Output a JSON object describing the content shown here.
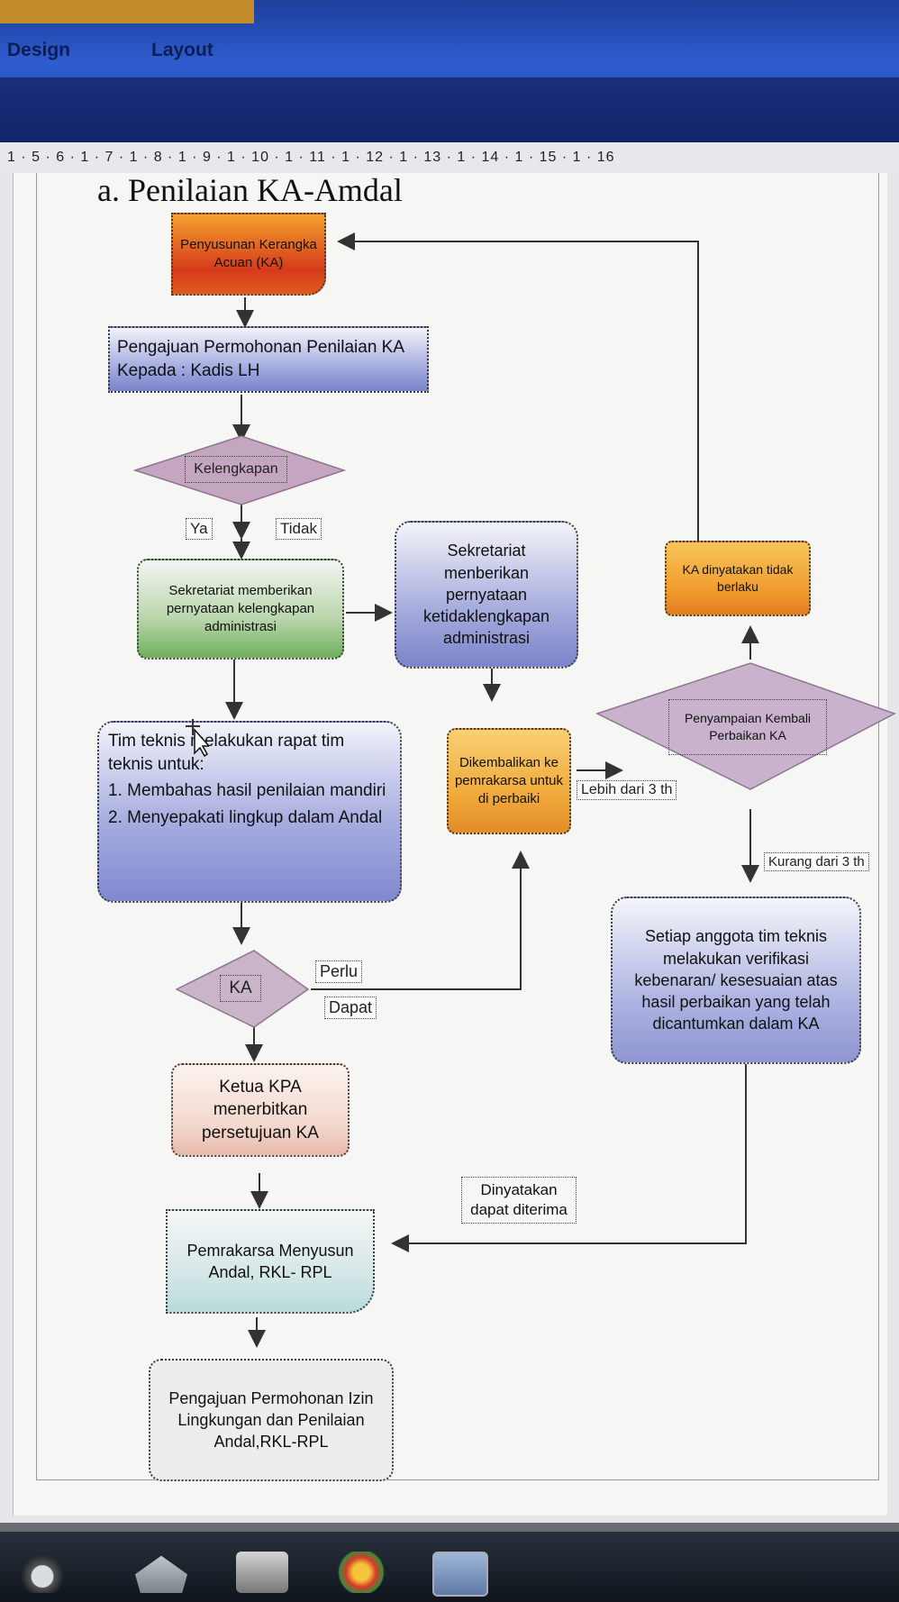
{
  "ribbon": {
    "tabs": [
      "Design",
      "Layout"
    ]
  },
  "ruler": {
    "marks": "1 · 5 · 6 · 1 · 7 · 1 · 8 · 1 · 9 · 1 · 10 · 1 · 11 · 1 · 12 · 1 · 13 · 1 · 14 · 1 · 15 · 1 · 16"
  },
  "document": {
    "heading": "a.  Penilaian KA-Amdal",
    "flow": {
      "penyusunan": "Penyusunan Kerangka Acuan (KA)",
      "pengajuan": "Pengajuan Permohonan Penilaian KA Kepada : Kadis LH",
      "kelengkapan": "Kelengkapan",
      "ya": "Ya",
      "tidak": "Tidak",
      "sekretariat_lengkap": "Sekretariat memberikan pernyataan kelengkapan administrasi",
      "sekretariat_tidak_lengkap": "Sekretariat menberikan pernyataan ketidaklengkapan administrasi",
      "tim_teknis_intro": "Tim teknis melakukan rapat tim teknis untuk:",
      "tim_teknis_items": [
        "1.  Membahas hasil penilaian mandiri",
        "2.  Menyepakati lingkup dalam Andal"
      ],
      "dikembalikan": "Dikembalikan ke pemrakarsa untuk di perbaiki",
      "lebih_3th": "Lebih dari 3 th",
      "ka_tidak_berlaku": "KA dinyatakan tidak berlaku",
      "penyampaian_kembali": "Penyampaian Kembali Perbaikan KA",
      "kurang_3th": "Kurang dari 3 th",
      "verifikasi": "Setiap anggota tim teknis melakukan verifikasi kebenaran/ kesesuaian atas hasil perbaikan yang telah dicantumkan dalam KA",
      "ka_decision": "KA",
      "perlu": "Perlu",
      "dapat": "Dapat",
      "ketua_kpa": "Ketua KPA menerbitkan persetujuan KA",
      "dinyatakan_diterima": "Dinyatakan dapat diterima",
      "pemrakarsa_andal": "Pemrakarsa Menyusun Andal, RKL- RPL",
      "pengajuan_izin": "Pengajuan Permohonan Izin Lingkungan dan Penilaian Andal,RKL-RPL"
    }
  },
  "colors": {
    "ribbon": "#2e5cd0",
    "orange_box": "#f2a23a",
    "red_box": "#d43a1c",
    "blue_box": "#8f98d6",
    "green_box": "#7fbf6a",
    "diamond": "#c4a6c0"
  }
}
